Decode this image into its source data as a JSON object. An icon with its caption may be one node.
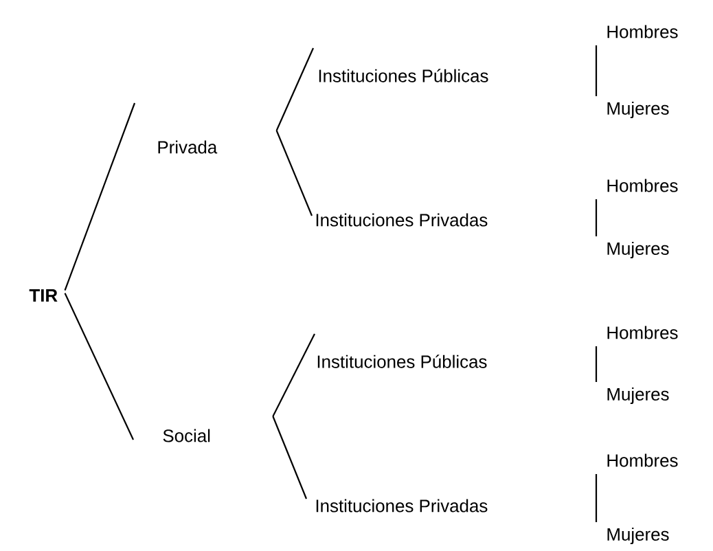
{
  "diagram": {
    "nodes": [
      {
        "text": [
          "TIR"
        ]
      },
      {
        "text": [
          "Privada"
        ]
      },
      {
        "text": [
          "Social"
        ]
      },
      {
        "text": [
          "Instituciones Públicas"
        ]
      },
      {
        "text": [
          "Instituciones Privadas"
        ]
      },
      {
        "text": [
          "Instituciones Públicas"
        ]
      },
      {
        "text": [
          "Instituciones Privadas"
        ]
      },
      {
        "text": [
          "Hombres"
        ]
      },
      {
        "text": [
          "Mujeres"
        ]
      },
      {
        "text": [
          "Hombres"
        ]
      },
      {
        "text": [
          "Mujeres"
        ]
      },
      {
        "text": [
          "Hombres"
        ]
      },
      {
        "text": [
          "Mujeres"
        ]
      },
      {
        "text": [
          "Hombres"
        ]
      },
      {
        "text": [
          "Mujeres"
        ]
      }
    ],
    "edges": [
      {
        "from": 0,
        "to": 1,
        "arrow": "none"
      },
      {
        "from": 0,
        "to": 2,
        "arrow": "none"
      },
      {
        "from": 1,
        "to": 3,
        "arrow": "none"
      },
      {
        "from": 1,
        "to": 4,
        "arrow": "none"
      },
      {
        "from": 2,
        "to": 5,
        "arrow": "none"
      },
      {
        "from": 2,
        "to": 6,
        "arrow": "none"
      },
      {
        "from": 7,
        "to": 8,
        "arrow": "none"
      },
      {
        "from": 9,
        "to": 10,
        "arrow": "none"
      },
      {
        "from": 11,
        "to": 12,
        "arrow": "none"
      },
      {
        "from": 13,
        "to": 14,
        "arrow": "none"
      }
    ]
  }
}
